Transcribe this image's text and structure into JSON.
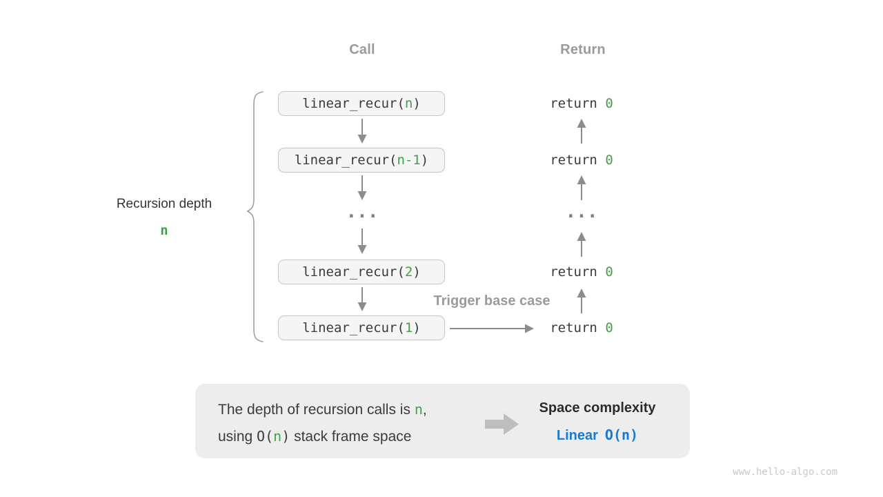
{
  "colors": {
    "accent_green": "#43A047",
    "accent_blue": "#177BD3",
    "muted_gray_labels": "#9a9a9a",
    "arrow_gray": "#8c8c8c",
    "box_background": "#f5f5f5",
    "panel_background": "#ededed"
  },
  "headers": {
    "call": "Call",
    "return": "Return"
  },
  "left_label": {
    "title": "Recursion depth",
    "value": "n"
  },
  "call_column": {
    "boxes": [
      {
        "prefix": "linear_recur(",
        "arg": "n",
        "suffix": ")"
      },
      {
        "prefix": "linear_recur(",
        "arg": "n-1",
        "suffix": ")"
      },
      {
        "prefix": "linear_recur(",
        "arg": "2",
        "suffix": ")"
      },
      {
        "prefix": "linear_recur(",
        "arg": "1",
        "suffix": ")"
      }
    ],
    "ellipsis": "..."
  },
  "return_column": {
    "items": [
      {
        "keyword": "return ",
        "value": "0"
      },
      {
        "keyword": "return ",
        "value": "0"
      },
      {
        "keyword": "return ",
        "value": "0"
      },
      {
        "keyword": "return ",
        "value": "0"
      }
    ],
    "ellipsis": "..."
  },
  "annotations": {
    "trigger_label": "Trigger base case"
  },
  "summary": {
    "line1_pre": "The depth of recursion calls is ",
    "line1_var": "n",
    "line1_post": ",",
    "line2_pre": "using ",
    "line2_code_open": "O(",
    "line2_var": "n",
    "line2_code_close": ")",
    "line2_post": " stack frame space",
    "result_title": "Space complexity",
    "result_kind": "Linear",
    "result_code": "O(n)"
  },
  "watermark": "www.hello-algo.com"
}
